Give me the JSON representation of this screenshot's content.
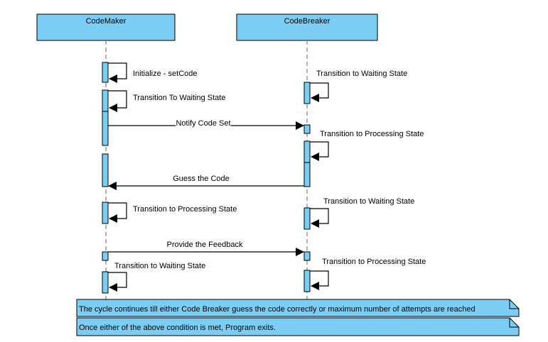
{
  "colors": {
    "fill": "#7ccdf4",
    "stroke": "#000000",
    "lifeline": "#7f7f7f",
    "background": "#ffffff"
  },
  "lifelines": {
    "codemaker": "CodeMaker",
    "codebreaker": "CodeBreaker"
  },
  "messages": {
    "initialize": "Initialize - setCode",
    "cb_to_waiting_1": "Transition to Waiting State",
    "cm_to_waiting_1": "Transition To Waiting State",
    "notify_code_set": "Notify Code Set",
    "cb_to_processing_1": "Transition to Processing State",
    "guess_code": "Guess the Code",
    "cm_to_processing": "Transition to Processing State",
    "cb_to_waiting_2": "Transition to Waiting State",
    "provide_feedback": "Provide the Feedback",
    "cb_to_processing_2": "Transition to Processing State",
    "cm_to_waiting_2": "Transition to Waiting State"
  },
  "notes": {
    "cycle": "The cycle continues till either Code Breaker guess the code correctly or maximum number of attempts are reached",
    "exit": "Once either of the above condition is met, Program exits."
  }
}
